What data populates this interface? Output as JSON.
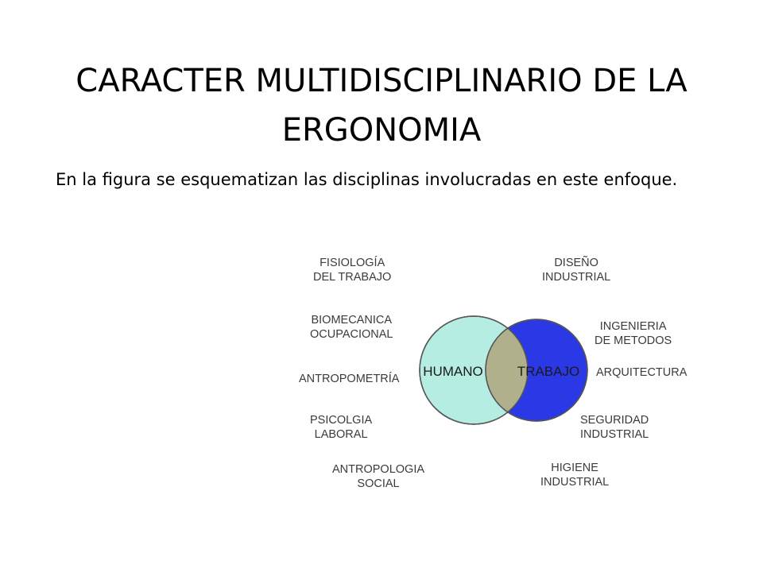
{
  "title": {
    "line1": "CARACTER MULTIDISCIPLINARIO DE LA",
    "line2": "ERGONOMIA"
  },
  "body_text": "En la figura se esquematizan las disciplinas involucradas en este enfoque.",
  "diagram": {
    "venn": {
      "left_label": "HUMANO",
      "right_label": "TRABAJO",
      "left_color": "#b5ede2",
      "right_color": "#2a38e6",
      "overlap_color": "#b0b08c",
      "stroke_color": "#555555"
    },
    "human_side": [
      {
        "line1": "FISIOLOGÍA",
        "line2": "DEL TRABAJO"
      },
      {
        "line1": "BIOMECANICA",
        "line2": "OCUPACIONAL"
      },
      {
        "line1": "ANTROPOMETRÍA",
        "line2": ""
      },
      {
        "line1": "PSICOLGIA",
        "line2": "LABORAL"
      },
      {
        "line1": "ANTROPOLOGIA",
        "line2": "SOCIAL"
      }
    ],
    "work_side": [
      {
        "line1": "DISEÑO",
        "line2": "INDUSTRIAL"
      },
      {
        "line1": "INGENIERIA",
        "line2": "DE METODOS"
      },
      {
        "line1": "ARQUITECTURA",
        "line2": ""
      },
      {
        "line1": "SEGURIDAD",
        "line2": "INDUSTRIAL"
      },
      {
        "line1": "HIGIENE",
        "line2": "INDUSTRIAL"
      }
    ]
  }
}
